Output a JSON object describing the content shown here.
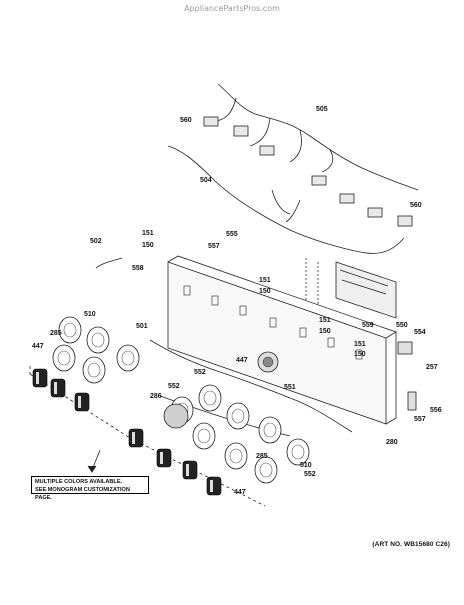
{
  "watermark": "AppliancePartsPros.com",
  "art_number": "(ART NO. WB15680 C26)",
  "note": {
    "line1": "MULTIPLE COLORS AVAILABLE.",
    "line2": "SEE MONOGRAM CUSTOMIZATION PAGE."
  },
  "callouts": [
    {
      "label": "505"
    },
    {
      "label": "560"
    },
    {
      "label": "504"
    },
    {
      "label": "560"
    },
    {
      "label": "151"
    },
    {
      "label": "150"
    },
    {
      "label": "502"
    },
    {
      "label": "557"
    },
    {
      "label": "555"
    },
    {
      "label": "558"
    },
    {
      "label": "151"
    },
    {
      "label": "150"
    },
    {
      "label": "510"
    },
    {
      "label": "285"
    },
    {
      "label": "447"
    },
    {
      "label": "501"
    },
    {
      "label": "151"
    },
    {
      "label": "150"
    },
    {
      "label": "559"
    },
    {
      "label": "550"
    },
    {
      "label": "554"
    },
    {
      "label": "151"
    },
    {
      "label": "150"
    },
    {
      "label": "447"
    },
    {
      "label": "551"
    },
    {
      "label": "257"
    },
    {
      "label": "552"
    },
    {
      "label": "286"
    },
    {
      "label": "556"
    },
    {
      "label": "557"
    },
    {
      "label": "285"
    },
    {
      "label": "552"
    },
    {
      "label": "510"
    },
    {
      "label": "280"
    },
    {
      "label": "552"
    },
    {
      "label": "447"
    }
  ]
}
